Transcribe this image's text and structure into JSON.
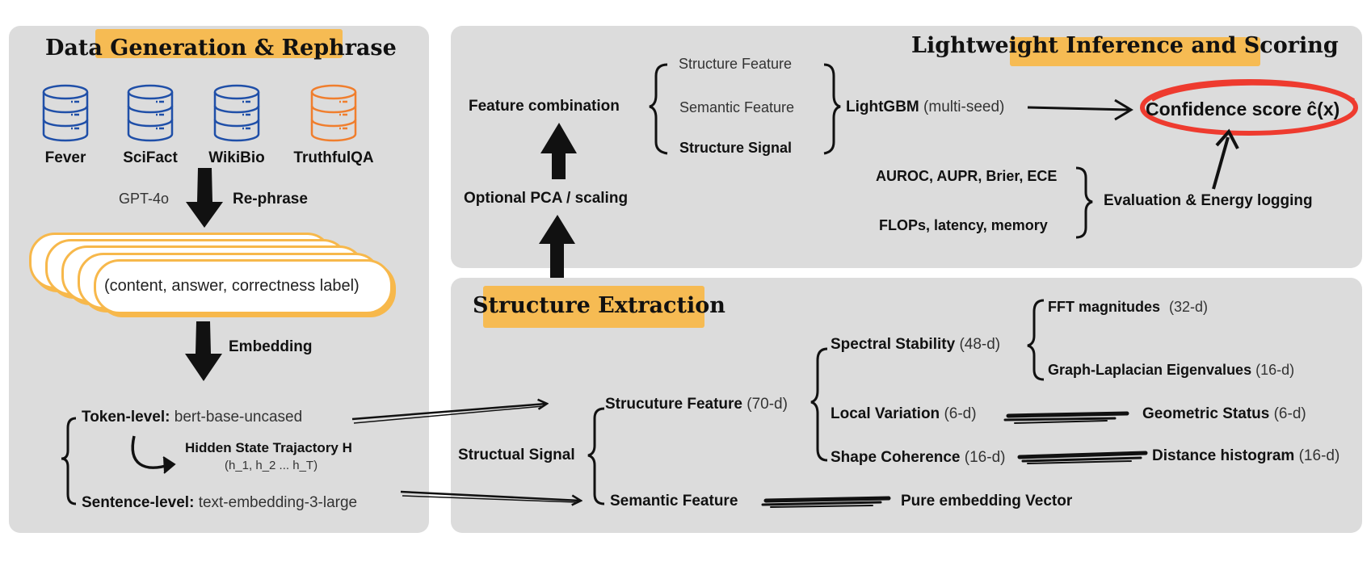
{
  "left": {
    "title": "Data Generation & Rephrase",
    "datasets": [
      "Fever",
      "SciFact",
      "WikiBio",
      "TruthfulQA"
    ],
    "gpt_label": "GPT-4o",
    "rephrase_label": "Re-phrase",
    "card_text": "(content, answer, correctness label)",
    "embedding_label": "Embedding",
    "token_level_label": "Token-level:",
    "token_level_model": "bert-base-uncased",
    "hidden_state_title": "Hidden State Trajactory H",
    "hidden_state_seq": "(h_1, h_2 ... h_T)",
    "sentence_level_label": "Sentence-level:",
    "sentence_level_model": "text-embedding-3-large"
  },
  "top": {
    "title": "Lightweight Inference and Scoring",
    "feature_combination": "Feature combination",
    "optional_pca": "Optional PCA / scaling",
    "brace_items": [
      "Structure Feature",
      "Semantic Feature",
      "Structure Signal"
    ],
    "lightgbm": "LightGBM",
    "lightgbm_note": "(multi-seed)",
    "confidence": "Confidence score ĉ(x)",
    "metrics": [
      "AUROC, AUPR, Brier, ECE",
      "FLOPs, latency, memory"
    ],
    "evaluation": "Evaluation & Energy logging"
  },
  "bottom": {
    "title": "Structure Extraction",
    "structual_signal": "Structual Signal",
    "structure_feature": "Strucuture Feature",
    "structure_feature_dim": "(70-d)",
    "semantic_feature": "Semantic Feature",
    "pure_embedding": "Pure embedding Vector",
    "spectral": "Spectral Stability",
    "spectral_dim": "(48-d)",
    "fft": "FFT magnitudes",
    "fft_dim": "(32-d)",
    "laplacian": "Graph-Laplacian Eigenvalues",
    "laplacian_dim": "(16-d)",
    "local_variation": "Local Variation",
    "local_variation_dim": "(6-d)",
    "geometric_status": "Geometric Status",
    "geometric_status_dim": "(6-d)",
    "shape_coherence": "Shape Coherence",
    "shape_coherence_dim": "(16-d)",
    "distance_histogram": "Distance histogram",
    "distance_histogram_dim": "(16-d)"
  },
  "colors": {
    "panel": "#dcdcdc",
    "highlight": "#f7b84b",
    "db_blue": "#1f4fa8",
    "db_orange": "#f07e2d",
    "confidence_ring": "#ee3b2f"
  }
}
